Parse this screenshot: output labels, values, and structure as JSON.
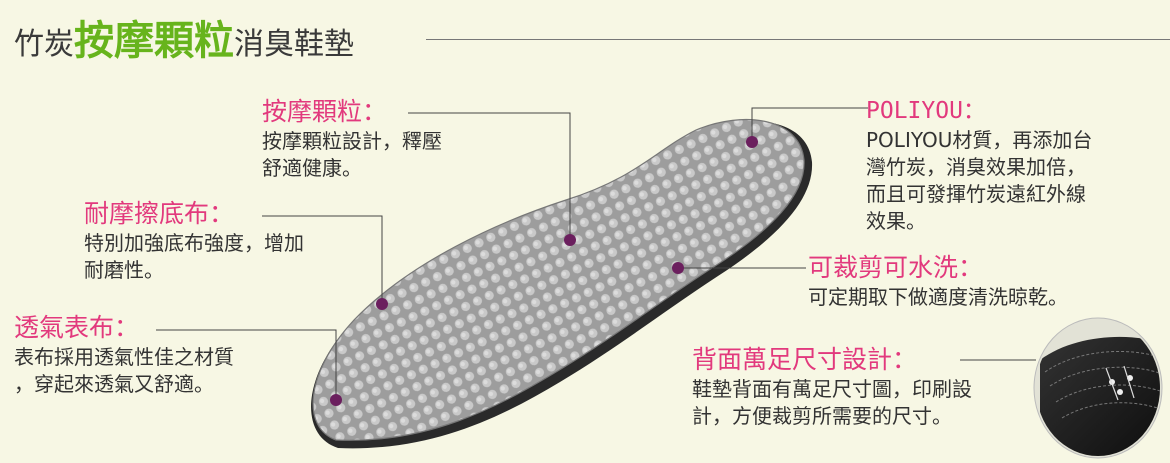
{
  "title": {
    "prefix": "竹炭",
    "highlight": "按摩顆粒",
    "suffix": "消臭鞋墊"
  },
  "features": {
    "massage": {
      "heading": "按摩顆粒：",
      "description": "按摩顆粒設計，釋壓\n舒適健康。"
    },
    "wear": {
      "heading": "耐摩擦底布：",
      "description": "特別加強底布強度，增加\n耐磨性。"
    },
    "breath": {
      "heading": "透氣表布：",
      "description": "表布採用透氣性佳之材質\n，穿起來透氣又舒適。"
    },
    "poliyou": {
      "heading": "POLIYOU：",
      "description": "POLIYOU材質，再添加台\n灣竹炭，消臭效果加倍，\n而且可發揮竹炭遠紅外線\n效果。"
    },
    "wash": {
      "heading": "可裁剪可水洗：",
      "description": "可定期取下做適度清洗晾乾。"
    },
    "size": {
      "heading": "背面萬足尺寸設計：",
      "description": "鞋墊背面有萬足尺寸圖，印刷設\n計，方便裁剪所需要的尺寸。"
    }
  },
  "colors": {
    "accent_green": "#67b41c",
    "heading_pink": "#e2397d",
    "marker_purple": "#6b1f5e",
    "insole_gray": "#a8a8a8",
    "background": "#f7f7e4"
  }
}
